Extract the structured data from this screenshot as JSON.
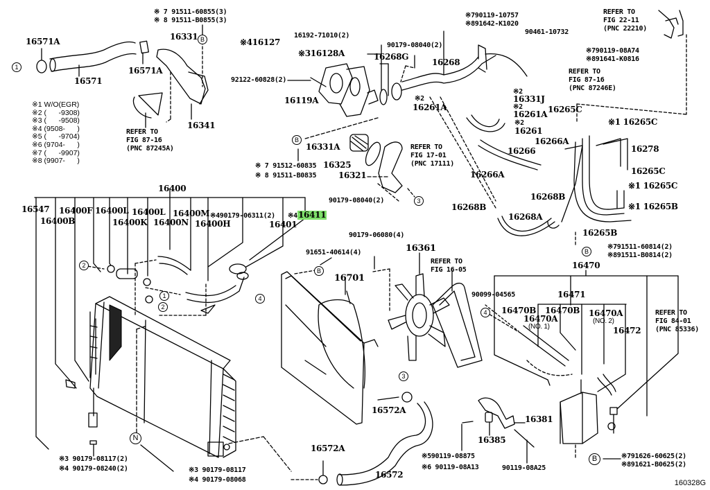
{
  "figure_id": "160328G",
  "highlight_color": "#7ee06a",
  "legend": [
    "※1 W/O(EGR)",
    "※2 (      -9308)",
    "※3 (      -9508)",
    "※4 (9508-      )",
    "※5 (      -9704)",
    "※6 (9704-      )",
    "※7 (      -9907)",
    "※8 (9907-      )"
  ],
  "callouts": {
    "c1": "1",
    "c2": "2",
    "c3": "3",
    "c4": "4",
    "cB": "B",
    "cN": "N"
  },
  "parts": {
    "p16571A_top": "16571A",
    "p16571": "16571",
    "p16571A_mid": "16571A",
    "p16331": "16331",
    "p16341": "16341",
    "p91511_60855": "※ 7  91511-60855(3)",
    "p91511_B0855": "※ 8  91511-B0855(3)",
    "p16127": "※416127",
    "p16192_71010": "16192-71010(2)",
    "p16128A": "※316128A",
    "p92122_60828": "92122-60828(2)",
    "p16119A": "16119A",
    "p90179_08040_top": "90179-08040(2)",
    "p16268G": "16268G",
    "p16268": "16268",
    "p16261A_left_note": "※2",
    "p16261A_left": "16261A",
    "p16331A": "16331A",
    "p91512_60835": "※ 7 91512-60835",
    "p16325": "16325",
    "p91511_B0835": "※ 8 91511-B0835",
    "p16321": "16321",
    "p90179_08040_bot": "90179-08040(2)",
    "p90119_10757": "※790119-10757",
    "p91642_K1020": "※891642-K1020",
    "p90461_10732": "90461-10732",
    "p90119_08A74": "※790119-08A74",
    "p91641_K0816": "※891641-K0816",
    "p16331J_note": "※2",
    "p16331J": "16331J",
    "p16261A_right_note": "※2",
    "p16261A_right": "16261A",
    "p16261_note": "※2",
    "p16261": "16261",
    "p16265C_a": "16265C",
    "p16265C_b": "※1 16265C",
    "p16266": "16266",
    "p16266A_a": "16266A",
    "p16266A_b": "16266A",
    "p16278": "16278",
    "p16265C_c": "16265C",
    "p16265C_d": "※1 16265C",
    "p16268B_a": "16268B",
    "p16268B_b": "16268B",
    "p16268A": "16268A",
    "p16265B_a": "※1 16265B",
    "p16265B_b": "16265B",
    "p91511_60814": "※791511-60814(2)",
    "p91511_B0814": "※891511-B0814(2)",
    "p16400": "16400",
    "p16547": "16547",
    "p16400F": "16400F",
    "p16400B": "16400B",
    "p16400L_a": "16400L",
    "p16400L_b": "16400L",
    "p16400K": "16400K",
    "p16400M": "16400M",
    "p16400N_a": "16400N",
    "p16400H": "16400H",
    "p90179_06311": "※490179-06311(2)",
    "p_note4": "※4",
    "p16411": "16411",
    "p16401": "16401",
    "p91651_40614": "91651-40614(4)",
    "p90179_06080": "90179-06080(4)",
    "p16361": "16361",
    "p16701": "16701",
    "p16470": "16470",
    "p90099_04565": "90099-04565",
    "p16471": "16471",
    "p16470B_a": "16470B",
    "p16470B_b": "16470B",
    "p16470A_a": "16470A",
    "p16470A_a_sub": "(NO. 1)",
    "p16470A_b": "16470A",
    "p16470A_b_sub": "(NO. 2)",
    "p16472": "16472",
    "p90179_08117_2": "※3 90179-08117(2)",
    "p90179_08240_2": "※4 90179-08240(2)",
    "p90179_08117": "※3 90179-08117",
    "p90179_08068": "※4 90179-08068",
    "p16572A_a": "16572A",
    "p16572A_b": "16572A",
    "p16572": "16572",
    "p16381": "16381",
    "p16385": "16385",
    "p90119_08875": "※590119-08875",
    "p90119_08A13": "※6 90119-08A13",
    "p90119_08A25": "90119-08A25",
    "p91626_60625": "※791626-60625(2)",
    "p91621_B0625": "※891621-B0625(2)"
  },
  "references": {
    "r87245A": [
      "REFER TO",
      "FIG 87-16",
      "(PNC 87245A)"
    ],
    "r17111": [
      "REFER TO",
      "FIG 17-01",
      "(PNC 17111)"
    ],
    "r87246E": [
      "REFER TO",
      "FIG 87-16",
      "(PNC 87246E)"
    ],
    "r22210": [
      "REFER TO",
      "FIG 22-11",
      "(PNC 22210)"
    ],
    "r16_05": [
      "REFER TO",
      "FIG 16-05"
    ],
    "r85336": [
      "REFER TO",
      "FIG 84-01",
      "(PNC 85336)"
    ]
  }
}
